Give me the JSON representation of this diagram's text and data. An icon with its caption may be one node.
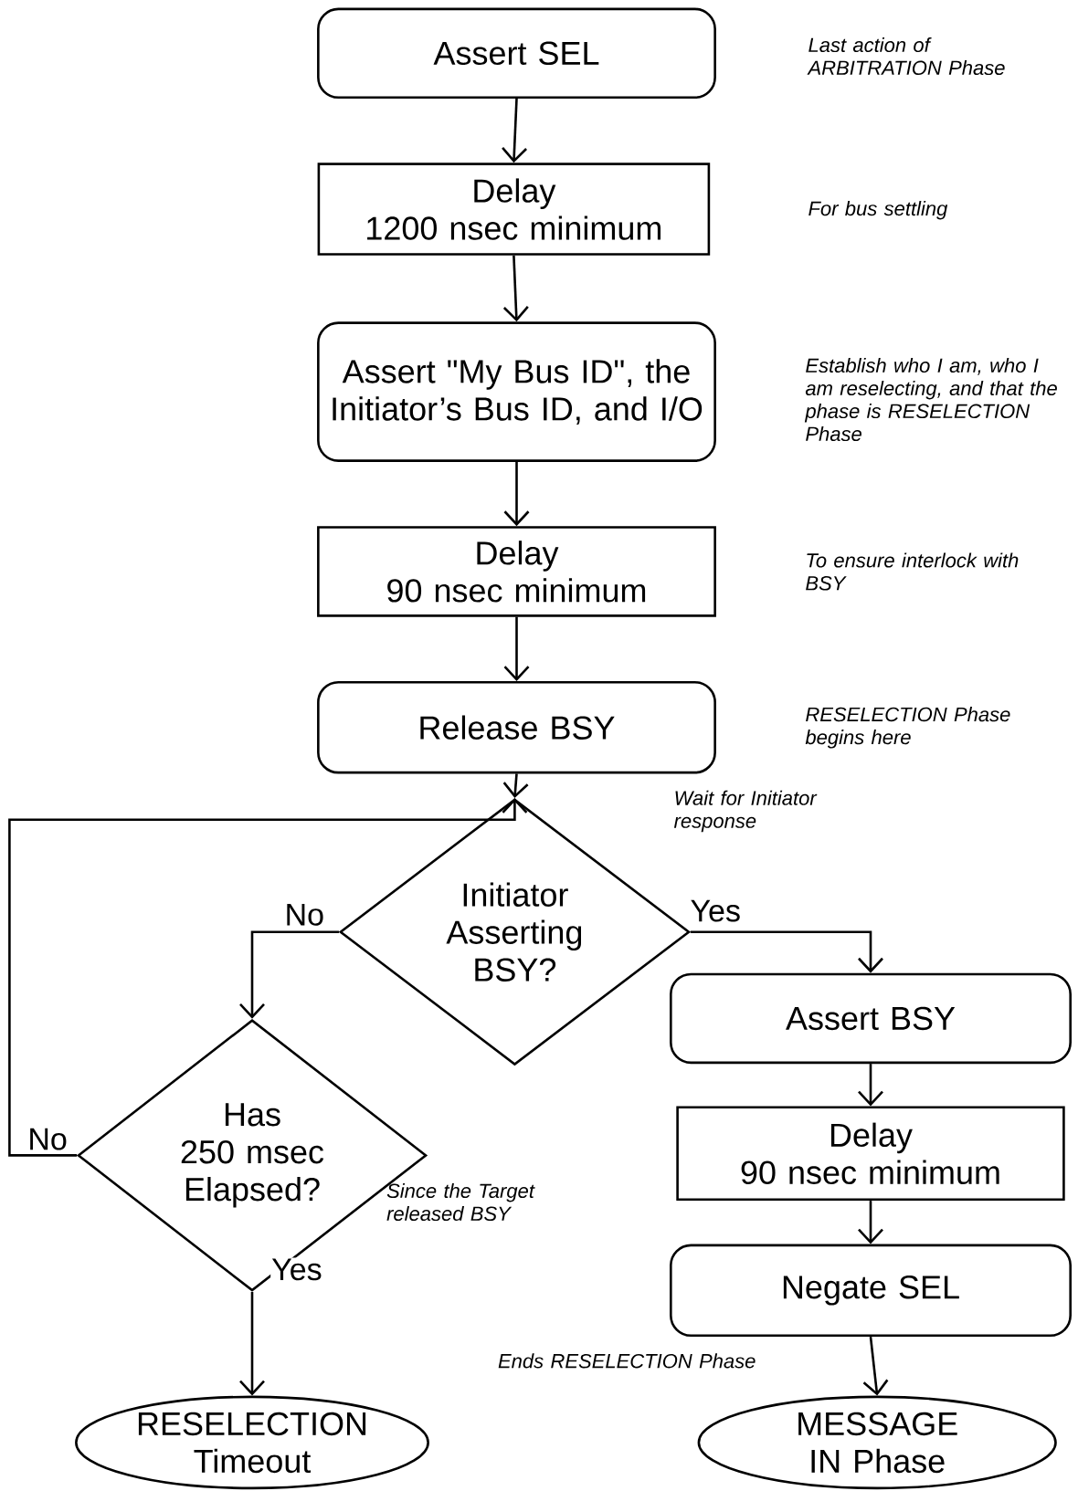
{
  "diagram": {
    "nodes": [
      {
        "text": [
          "Assert SEL"
        ]
      },
      {
        "text": [
          "Delay",
          "1200 nsec minimum"
        ]
      },
      {
        "text": [
          "Assert \"My Bus ID\", the Initiator’s Bus ID, and I/O"
        ]
      },
      {
        "text": [
          "Delay",
          "90 nsec minimum"
        ]
      },
      {
        "text": [
          "Release BSY"
        ]
      },
      {
        "text": [
          "Initiator Asserting BSY?"
        ]
      },
      {
        "text": [
          "Assert BSY"
        ]
      },
      {
        "text": [
          "Delay",
          "90 nsec minimum"
        ]
      },
      {
        "text": [
          "Negate SEL"
        ]
      },
      {
        "text": [
          "Has",
          "250 msec Elapsed?"
        ],
        "beside": [
          "Since the Target released BSY"
        ]
      },
      {
        "text": [
          "RESELECTION Timeout"
        ]
      },
      {
        "text": [
          "MESSAGE IN Phase"
        ]
      }
    ],
    "edges": [
      {
        "from": 0,
        "to": 1,
        "arrow": "to"
      },
      {
        "from": 1,
        "to": 2,
        "arrow": "to"
      },
      {
        "from": 2,
        "to": 3,
        "arrow": "to"
      },
      {
        "from": 3,
        "to": 4,
        "arrow": "to"
      },
      {
        "from": 4,
        "to": 5,
        "arrow": "to"
      },
      {
        "from": 5,
        "to": 6,
        "arrow": "to",
        "label": "Yes"
      },
      {
        "from": 5,
        "to": 9,
        "arrow": "to",
        "label": "No"
      },
      {
        "from": 9,
        "to": 5,
        "arrow": "to",
        "label": "No"
      },
      {
        "from": 9,
        "to": 10,
        "arrow": "to",
        "label": "Yes"
      },
      {
        "from": 6,
        "to": 7,
        "arrow": "to"
      },
      {
        "from": 7,
        "to": 8,
        "arrow": "to"
      },
      {
        "from": 8,
        "to": 11,
        "arrow": "to"
      }
    ],
    "labels": [
      "Last action of ARBITRATION Phase",
      "For bus settling",
      "Establish who I am, who I am reselecting, and that the phase is RESELECTION Phase",
      "To ensure interlock with BSY",
      "RESELECTION Phase begins here",
      "Wait for Initiator response",
      "Ends RESELECTION Phase"
    ]
  }
}
